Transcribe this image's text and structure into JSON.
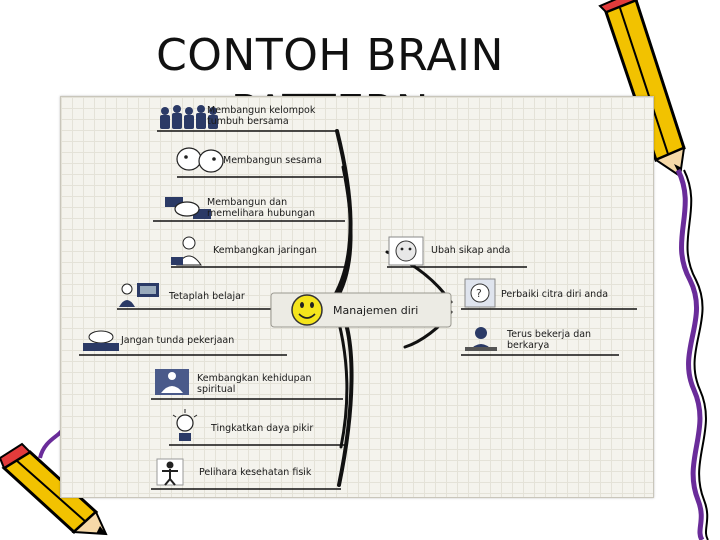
{
  "slide": {
    "title": "CONTOH BRAIN PATTERN"
  },
  "mindmap": {
    "center": {
      "label": "Manajemen diri",
      "icon": "smiley-face-icon"
    },
    "left_branches": [
      {
        "label": "Membangun kelompok\ntumbuh bersama",
        "icon": "group-people-icon"
      },
      {
        "label": "Membangun sesama",
        "icon": "faces-talking-icon"
      },
      {
        "label": "Membangun dan\nmemelihara hubungan",
        "icon": "handshake-icon"
      },
      {
        "label": "Kembangkan jaringan",
        "icon": "person-phone-icon"
      },
      {
        "label": "Tetaplah belajar",
        "icon": "person-computer-icon"
      },
      {
        "label": "Jangan tunda pekerjaan",
        "icon": "sleeping-person-icon"
      },
      {
        "label": "Kembangkan kehidupan\nspiritual",
        "icon": "meditation-icon"
      },
      {
        "label": "Tingkatkan daya pikir",
        "icon": "lightbulb-head-icon"
      },
      {
        "label": "Pelihara kesehatan fisik",
        "icon": "exercise-person-icon"
      }
    ],
    "right_branches": [
      {
        "label": "Ubah sikap anda",
        "icon": "thinking-face-icon"
      },
      {
        "label": "Perbaiki citra diri anda",
        "icon": "question-head-icon"
      },
      {
        "label": "Terus bekerja dan\nberkarya",
        "icon": "person-working-icon"
      }
    ]
  },
  "colors": {
    "panel_background": "#f4f3ed",
    "branch_line": "#111111",
    "center_box": "#ecebe4",
    "smiley": "#f4e41c"
  }
}
